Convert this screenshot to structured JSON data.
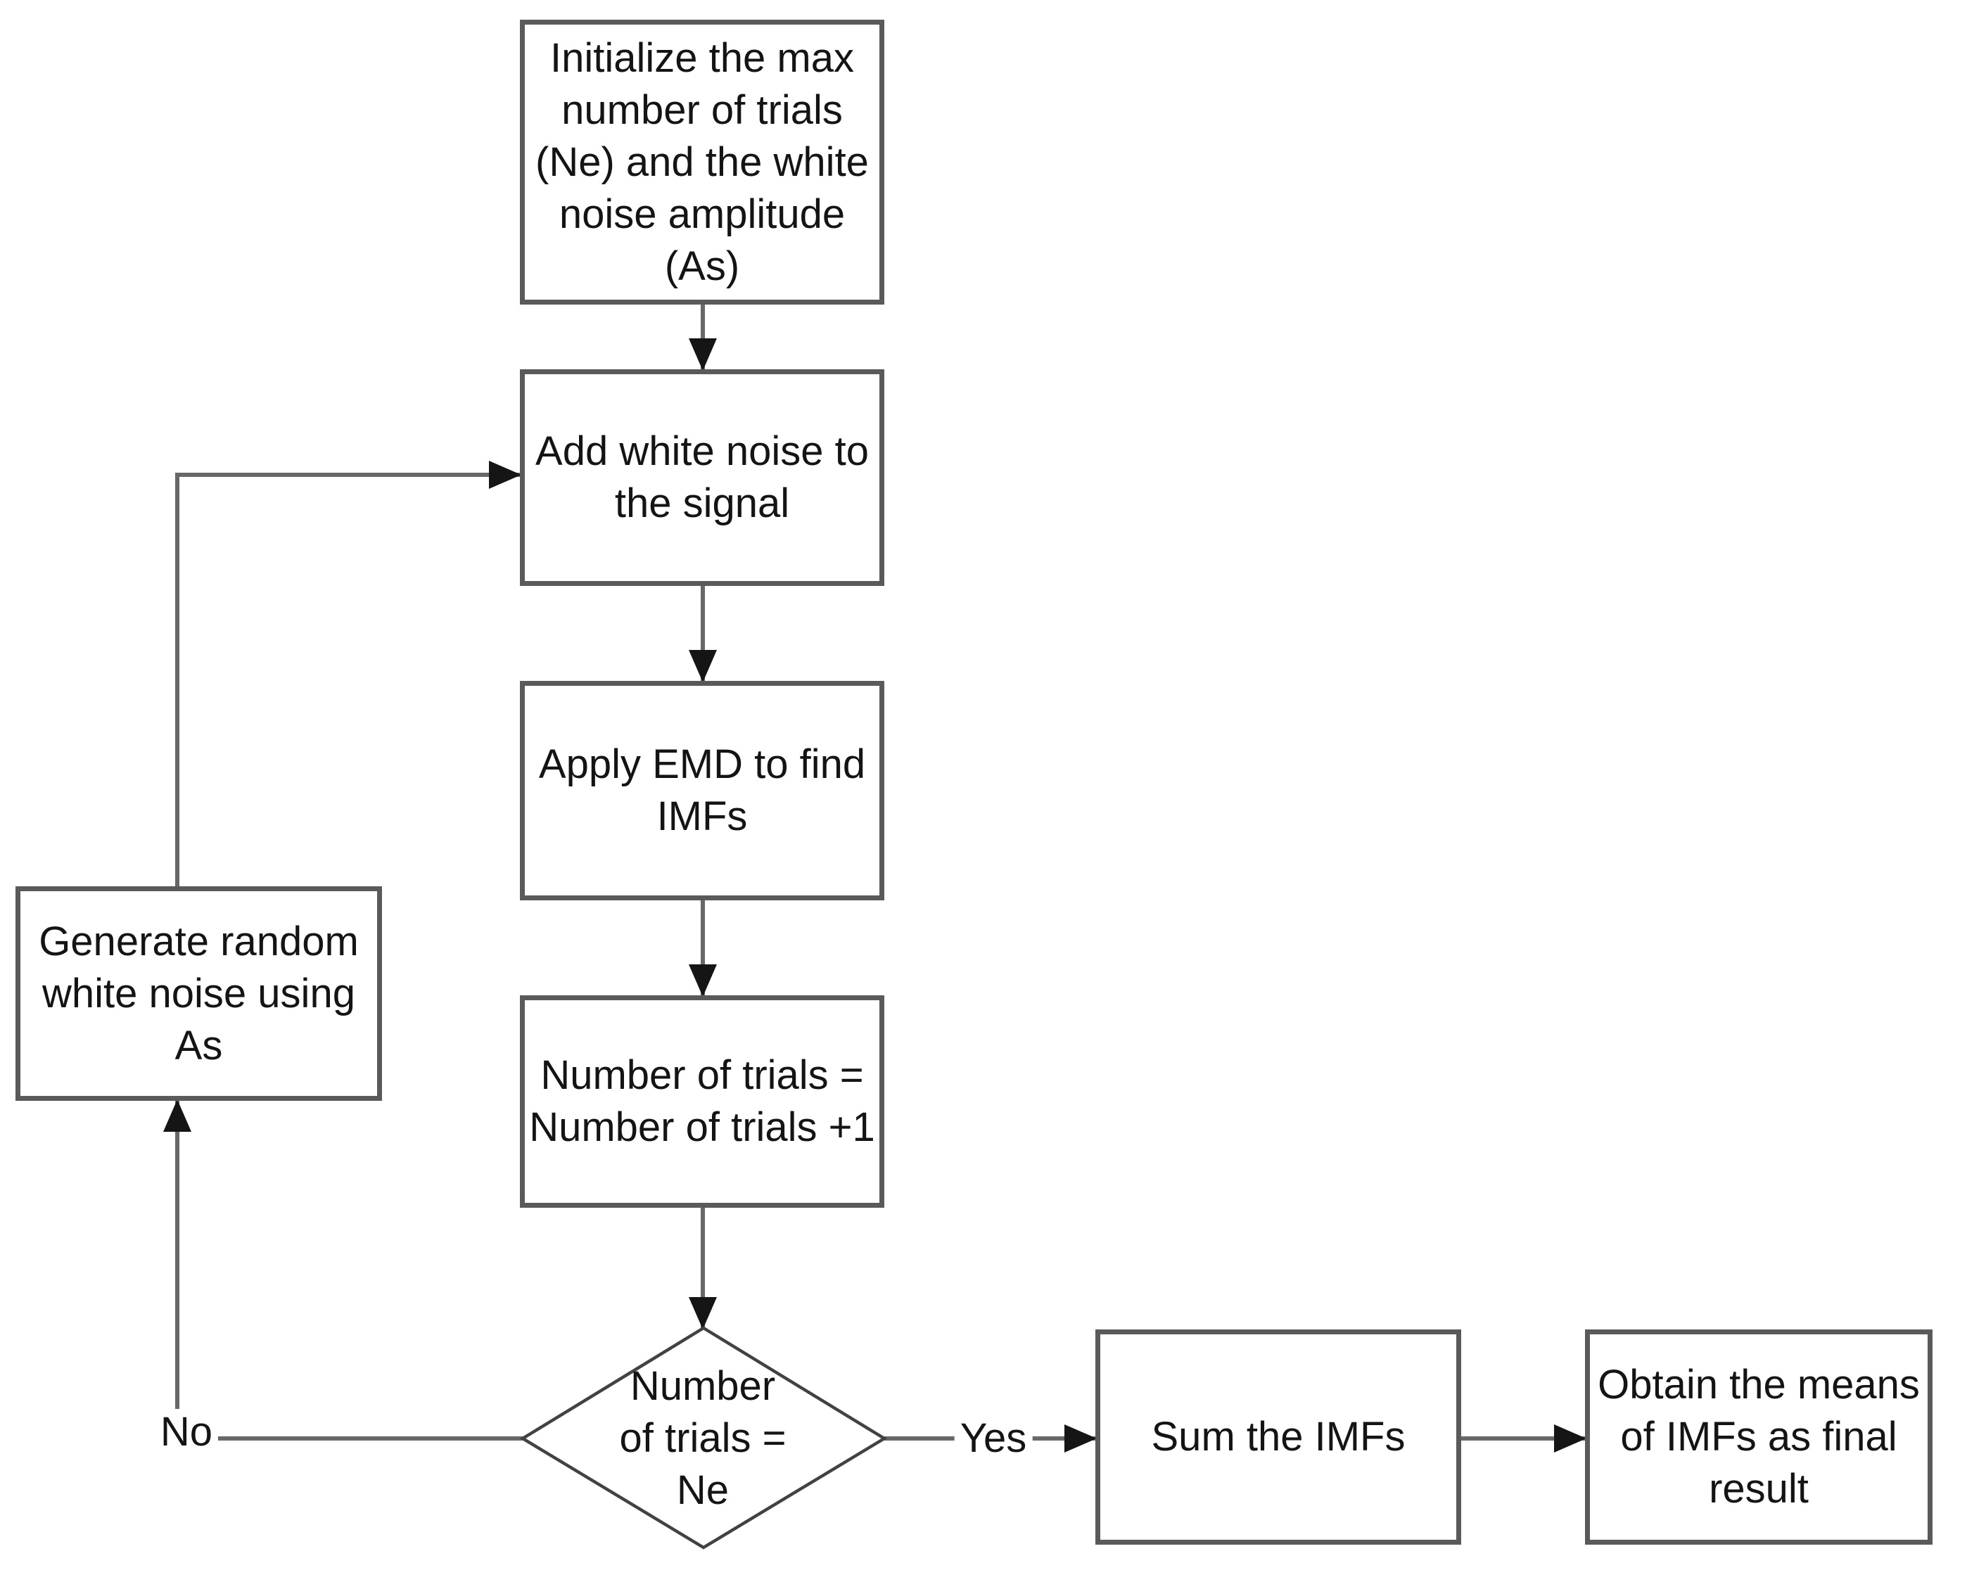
{
  "flowchart": {
    "nodes": {
      "init": {
        "lines": [
          "Initialize the max",
          "number of trials",
          "(Ne) and the white",
          "noise amplitude",
          "(As)"
        ]
      },
      "add_noise": {
        "lines": [
          "Add white noise to",
          "the signal"
        ]
      },
      "apply_emd": {
        "lines": [
          "Apply EMD to find",
          "IMFs"
        ]
      },
      "increment": {
        "lines": [
          "Number of trials =",
          "Number of trials +1"
        ]
      },
      "decision": {
        "lines": [
          "Number",
          "of trials =",
          "Ne"
        ]
      },
      "generate": {
        "lines": [
          "Generate random",
          "white noise using",
          "As"
        ]
      },
      "sum": {
        "lines": [
          "Sum the IMFs"
        ]
      },
      "obtain": {
        "lines": [
          "Obtain the means",
          "of IMFs as final",
          "result"
        ]
      }
    },
    "labels": {
      "yes": "Yes",
      "no": "No"
    },
    "colors": {
      "background": "#ffffff",
      "box_border": "#5a5a5a",
      "diamond_border": "#424242",
      "line": "#686868",
      "arrow": "#151515",
      "text": "#141414"
    }
  }
}
